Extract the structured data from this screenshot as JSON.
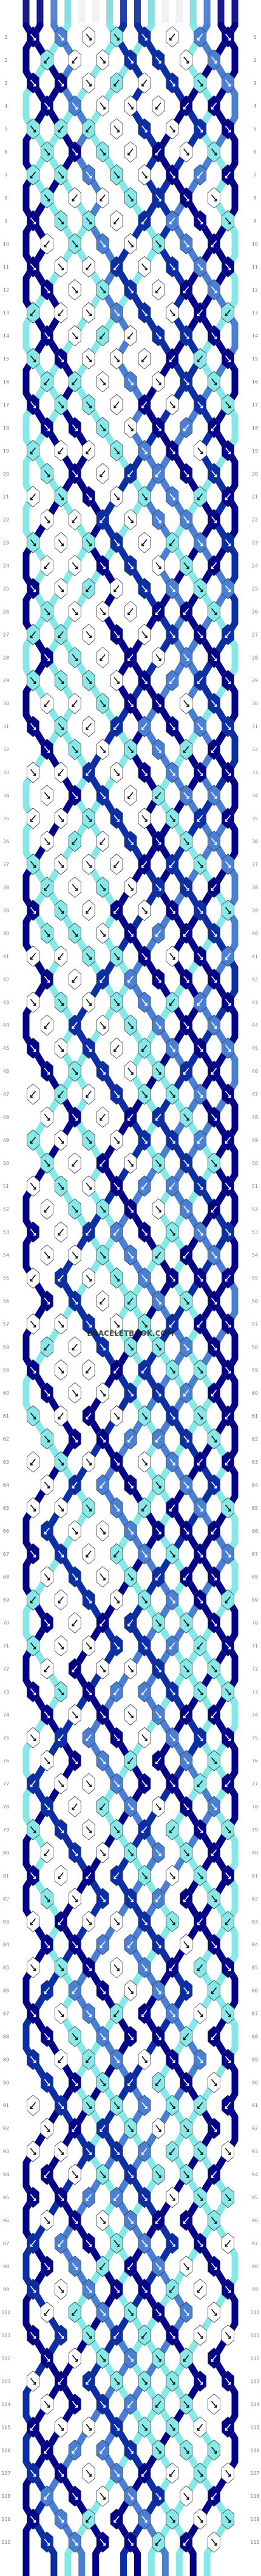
{
  "pattern": {
    "row_count": 110,
    "strand_count": 16,
    "watermark": "BRACELETBOOK.COM",
    "colors": {
      "A": "#ffffff",
      "B": "#00008b",
      "C": "#87e8e8",
      "D": "#4a7fd6",
      "E": "#0a2ea8"
    },
    "strand_tops": [
      "B",
      "B",
      "D",
      "C",
      "A",
      "A",
      "C",
      "E",
      "E",
      "C",
      "A",
      "A",
      "C",
      "D",
      "B",
      "B"
    ],
    "row_labels": [
      "1",
      "2",
      "3",
      "4",
      "5",
      "6",
      "7",
      "8",
      "9",
      "10",
      "11",
      "12",
      "13",
      "14",
      "15",
      "16",
      "17",
      "18",
      "19",
      "20",
      "21",
      "22",
      "23",
      "24",
      "25",
      "26",
      "27",
      "28",
      "29",
      "30",
      "31",
      "32",
      "33",
      "34",
      "35",
      "36",
      "37",
      "38",
      "39",
      "40",
      "41",
      "42",
      "43",
      "44",
      "45",
      "46",
      "47",
      "48",
      "49",
      "50",
      "51",
      "52",
      "53",
      "54",
      "55",
      "56",
      "57",
      "58",
      "59",
      "60",
      "61",
      "62",
      "63",
      "64",
      "65",
      "66",
      "67",
      "68",
      "69",
      "70",
      "71",
      "72",
      "73",
      "74",
      "75",
      "76",
      "77",
      "78",
      "79",
      "80",
      "81",
      "82",
      "83",
      "84",
      "85",
      "86",
      "87",
      "88",
      "89",
      "90",
      "91",
      "92",
      "93",
      "94",
      "95",
      "96",
      "97",
      "98",
      "99",
      "100",
      "101",
      "102",
      "103",
      "104",
      "105",
      "106",
      "107",
      "108",
      "109",
      "110"
    ]
  }
}
